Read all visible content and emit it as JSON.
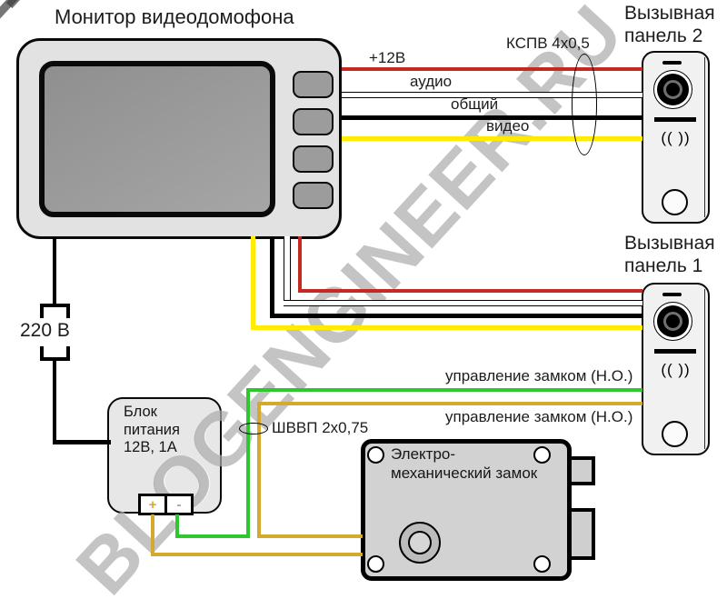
{
  "watermark": "BLOGENGINEER.RU",
  "monitor": {
    "title": "Монитор видеодомофона"
  },
  "panel2": {
    "title_line1": "Вызывная",
    "title_line2": "панель 2",
    "speaker_glyph": "(( ))"
  },
  "panel1": {
    "title_line1": "Вызывная",
    "title_line2": "панель 1",
    "speaker_glyph": "(( ))"
  },
  "mains": {
    "label": "220 В"
  },
  "psu": {
    "name_line1": "Блок",
    "name_line2": "питания",
    "name_line3": "12В, 1А",
    "plus_label": "+",
    "minus_label": "-"
  },
  "lock": {
    "name_line1": "Электро-",
    "name_line2": "механический замок"
  },
  "wire_labels": {
    "plus12": "+12В",
    "audio": "аудио",
    "common": "общий",
    "video": "видео",
    "lock_control_top": "управление замком (Н.О.)",
    "lock_control_bottom": "управление замком (Н.О.)"
  },
  "cable_labels": {
    "kspv": "КСПВ 4х0,5",
    "shvvp": "ШВВП 2х0,75"
  },
  "colors": {
    "red": "#c52a22",
    "yellow": "#ffec00",
    "green": "#2fc62f",
    "gold": "#d5a92e",
    "wire-black": "#000000",
    "monitor-fill": "#e2e2e2",
    "button-fill": "#9c9c9c",
    "panel-fill": "#f1f1f1",
    "psu-fill": "#e7e7e7",
    "lock-fill": "#d2d2d2"
  }
}
